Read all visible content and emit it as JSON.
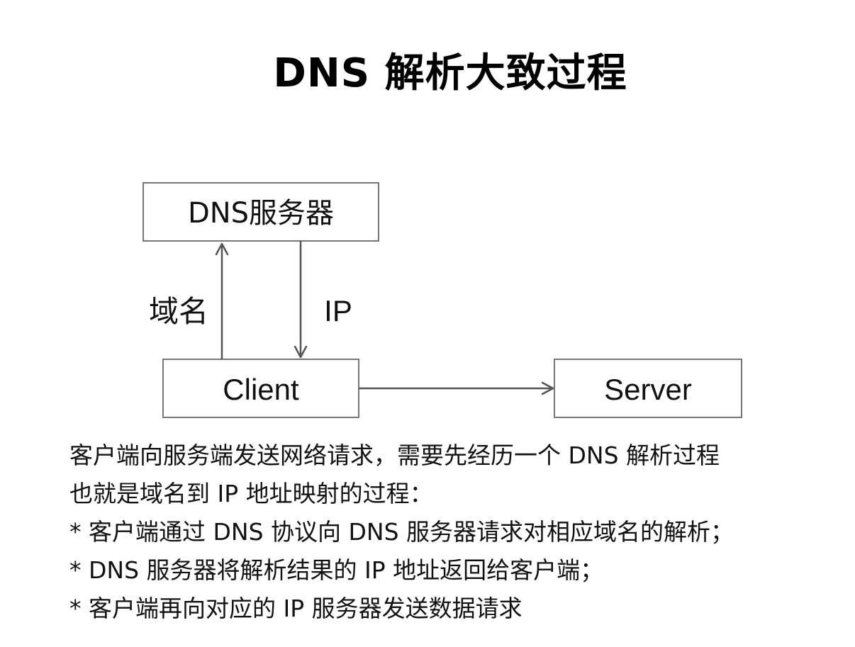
{
  "title": "DNS 解析大致过程",
  "diagram": {
    "nodes": {
      "dns_server": "DNS服务器",
      "client": "Client",
      "server": "Server"
    },
    "edges": {
      "query_label": "域名",
      "response_label": "IP"
    },
    "line_color": "#555555",
    "box_border_color": "#777777"
  },
  "description": {
    "lines": [
      "客户端向服务端发送网络请求，需要先经历一个 DNS 解析过程",
      "也就是域名到 IP 地址映射的过程：",
      "* 客户端通过 DNS 协议向 DNS 服务器请求对相应域名的解析；",
      "* DNS 服务器将解析结果的 IP 地址返回给客户端；",
      "* 客户端再向对应的 IP 服务器发送数据请求"
    ]
  }
}
